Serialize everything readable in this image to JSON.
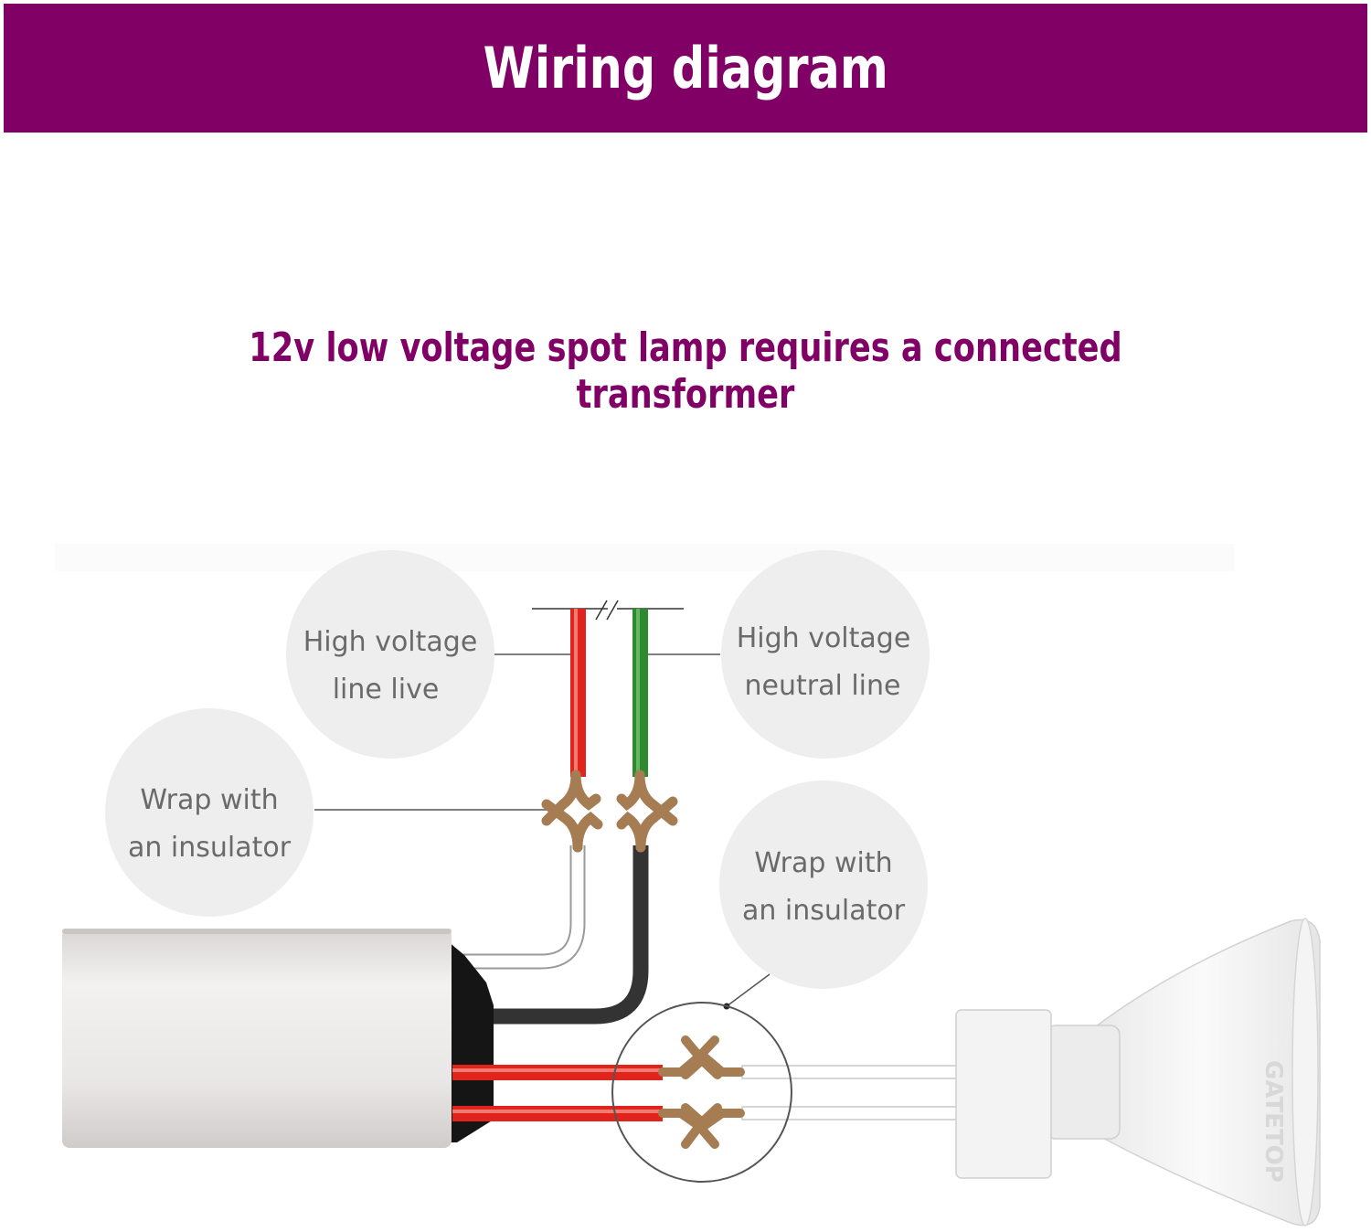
{
  "header": {
    "title": "Wiring diagram"
  },
  "subtitle": "12v low voltage spot lamp requires a connected transformer",
  "callouts": {
    "hv_live": {
      "line1": "High voltage",
      "line2": "line live"
    },
    "hv_neutral": {
      "line1": "High voltage",
      "line2": "neutral line"
    },
    "insulator_left": {
      "line1": "Wrap with",
      "line2": "an insulator"
    },
    "insulator_right": {
      "line1": "Wrap with",
      "line2": "an insulator"
    }
  },
  "lamp_brand": "GATETOP",
  "colors": {
    "brand": "#800066",
    "live_wire": "#e0241b",
    "neutral_wire": "#2e8a2e",
    "connector": "#a67c52",
    "transformer": "#e6e4e3"
  }
}
